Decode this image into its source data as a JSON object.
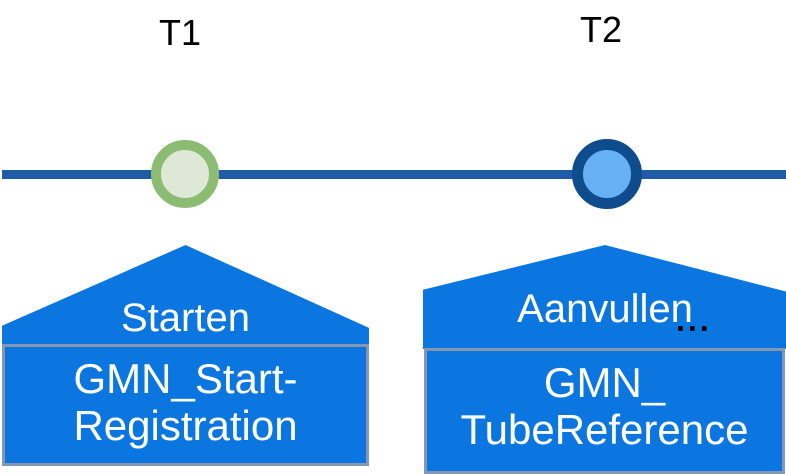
{
  "diagram": {
    "t1": {
      "time_label": "T1",
      "action_label": "Starten",
      "artifact_line1": "GMN_Start-",
      "artifact_line2": "Registration"
    },
    "t2": {
      "time_label": "T2",
      "action_label": "Aanvullen",
      "ellipsis_label": "...",
      "artifact_line1": "GMN_",
      "artifact_line2": "TubeReference"
    }
  },
  "colors": {
    "timeline_line": "#1e5ca8",
    "shape_fill": "#0b76e0",
    "shape_border": "#8497b0",
    "milestone1_ring": "#8cbb72",
    "milestone1_fill": "#dde9d6",
    "milestone2_ring": "#0e4c8e",
    "milestone2_fill": "#66b0f4",
    "time_label_text": "#000000",
    "shape_text": "#ffffff",
    "ellipsis_text": "#000000"
  }
}
